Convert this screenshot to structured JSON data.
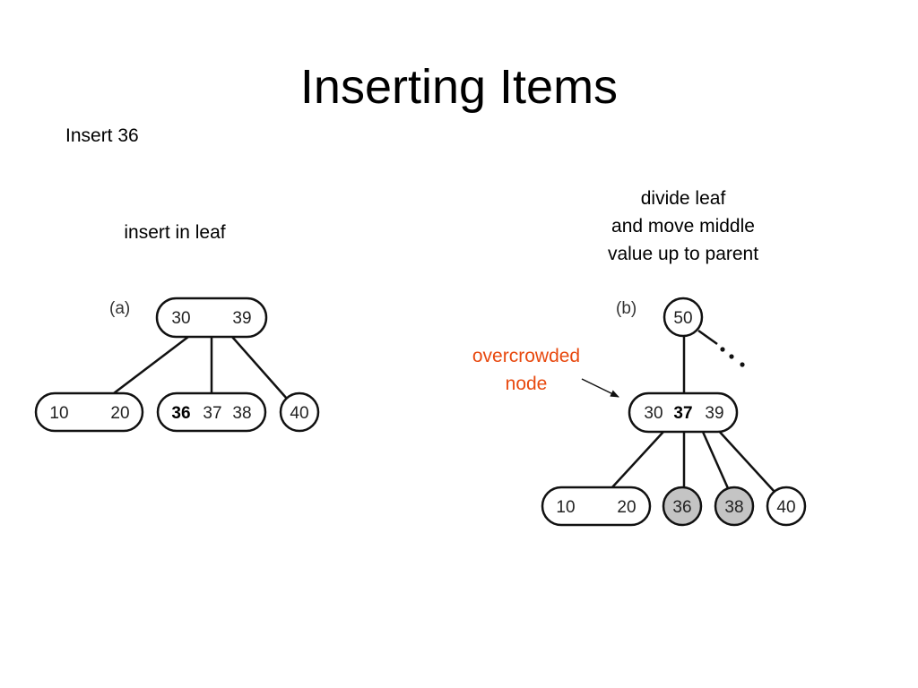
{
  "slide": {
    "title": "Inserting Items",
    "subtitle": "Insert 36"
  },
  "panel_a": {
    "label": "(a)",
    "caption": [
      "insert in leaf"
    ],
    "root": [
      "30",
      "39"
    ],
    "children": [
      [
        "10",
        "20"
      ],
      [
        "36",
        "37",
        "38"
      ],
      [
        "40"
      ]
    ],
    "highlight_value": "36"
  },
  "panel_b": {
    "label": "(b)",
    "caption": [
      "divide leaf",
      "and move middle",
      "value up to parent"
    ],
    "annotation": [
      "overcrowded",
      "node"
    ],
    "parent": [
      "50"
    ],
    "node": [
      "30",
      "37",
      "39"
    ],
    "children": [
      [
        "10",
        "20"
      ],
      [
        "36"
      ],
      [
        "38"
      ],
      [
        "40"
      ]
    ],
    "highlight_value": "37",
    "shaded_values": [
      "36",
      "38"
    ]
  },
  "colors": {
    "annotation": "#e8490f",
    "shaded_node": "#c4c4c4",
    "outline": "#111111"
  }
}
